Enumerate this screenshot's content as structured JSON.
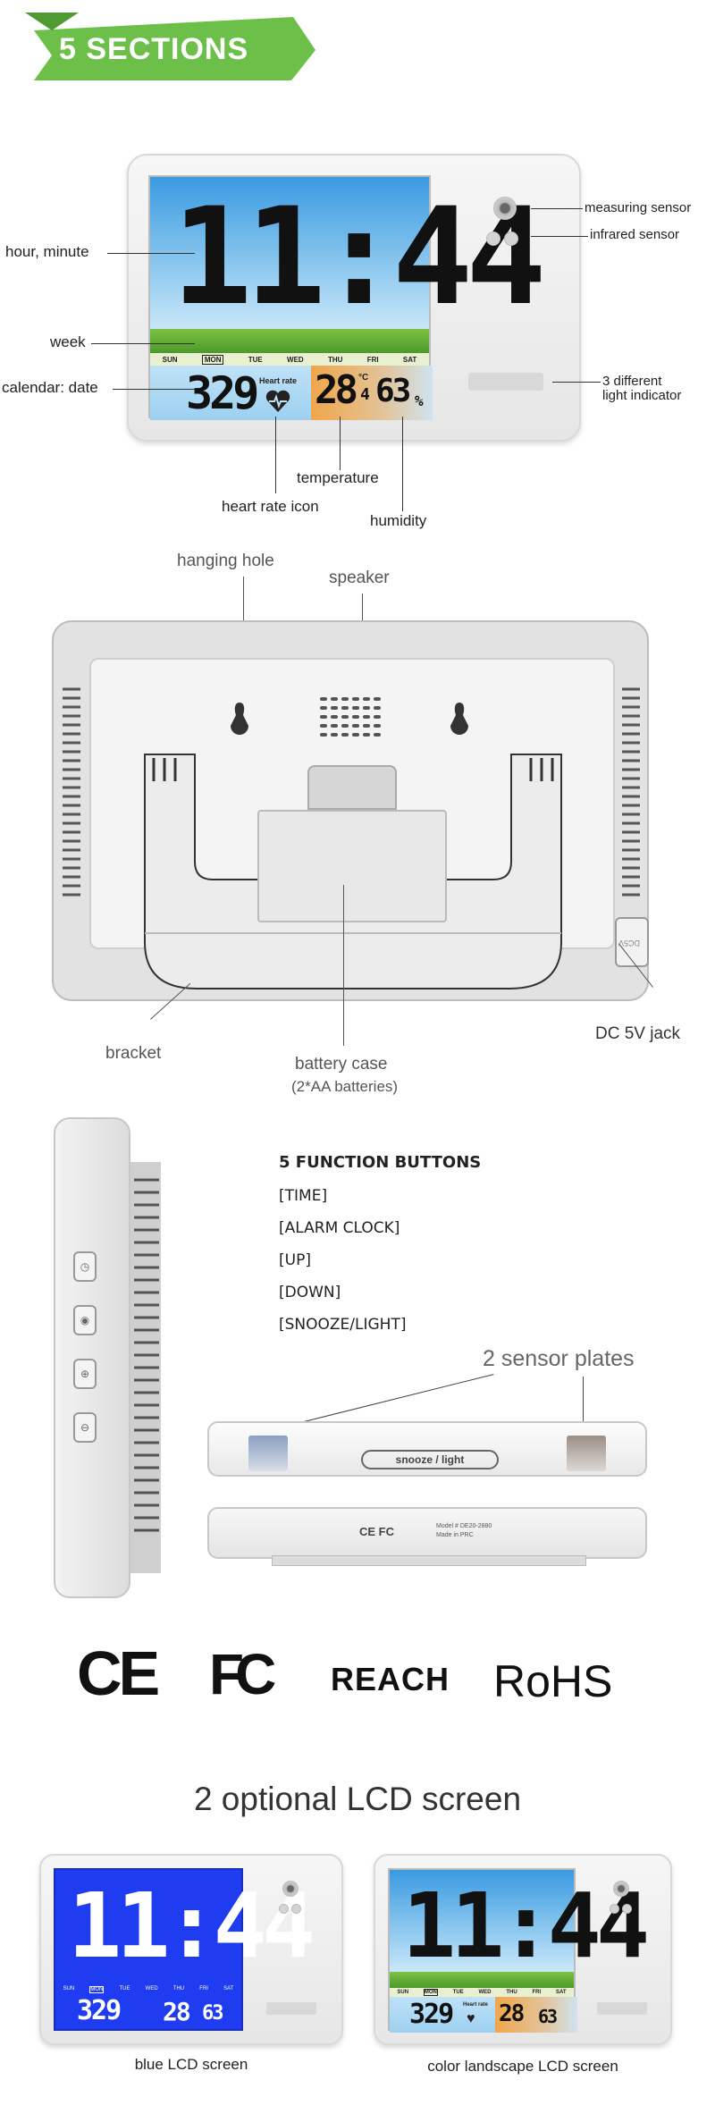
{
  "banner": {
    "text": "5 SECTIONS",
    "color": "#6cc04a"
  },
  "front": {
    "time_digits": "11:44",
    "week_days": [
      "SUN",
      "MON",
      "TUE",
      "WED",
      "THU",
      "FRI",
      "SAT"
    ],
    "date_digits": "329",
    "heart_rate_text": "Heart rate",
    "temp_digits": "28",
    "temp_unit_c": "°C",
    "temp_decimal": "4",
    "humidity_digits": "63",
    "humidity_unit": "%",
    "labels": {
      "hour_minute": "hour, minute",
      "week": "week",
      "calendar_date": "calendar: date",
      "measuring_sensor": "measuring sensor",
      "infrared_sensor": "infrared sensor",
      "light_indicator_line1": "3 different",
      "light_indicator_line2": "light indicator",
      "temperature": "temperature",
      "heart_rate_icon": "heart rate icon",
      "humidity": "humidity"
    }
  },
  "back": {
    "labels": {
      "hanging_hole": "hanging hole",
      "speaker": "speaker",
      "bracket": "bracket",
      "battery_case": "battery case",
      "battery_note": "(2*AA batteries)",
      "dc_jack": "DC 5V jack",
      "dc_port_text": "DC5V"
    }
  },
  "side": {
    "buttons_title": "5 FUNCTION BUTTONS",
    "buttons": [
      "[TIME]",
      "[ALARM CLOCK]",
      "[UP]",
      "[DOWN]",
      "[SNOOZE/LIGHT]"
    ],
    "sensor_plates": "2 sensor plates",
    "snooze_label": "snooze / light",
    "bottom_marks": "CE FC",
    "model_text_1": "Model # DE20-2880",
    "model_text_2": "Made in PRC"
  },
  "certs": {
    "ce": "CE",
    "fc": "FC",
    "reach": "REACH",
    "rohs": "RoHS"
  },
  "lcd_options": {
    "title": "2 optional LCD screen",
    "blue_caption": "blue LCD screen",
    "color_caption": "color landscape LCD screen",
    "blue_color": "#1f3cf0",
    "heart_rate_small": "Heart rate"
  }
}
